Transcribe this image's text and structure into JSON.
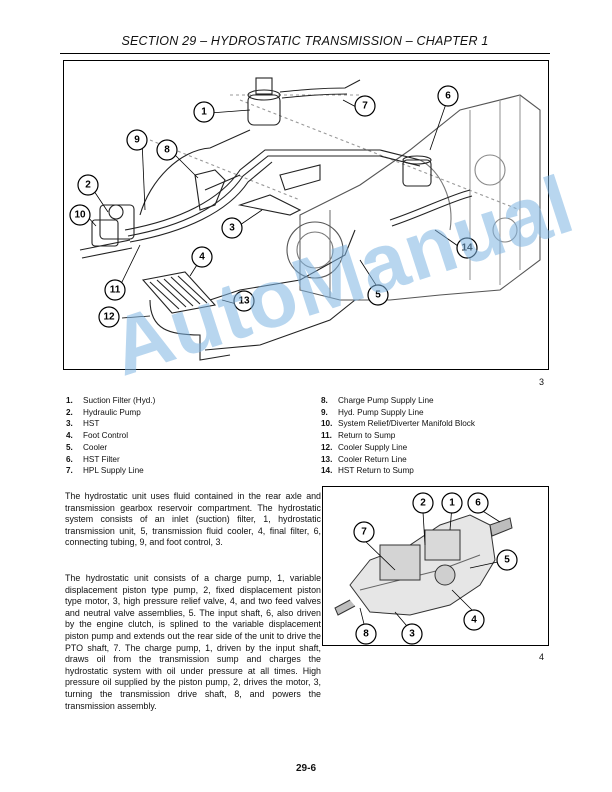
{
  "header": "SECTION 29 – HYDROSTATIC TRANSMISSION – CHAPTER 1",
  "figure3": {
    "number": "3",
    "callouts": [
      "1",
      "2",
      "3",
      "4",
      "5",
      "6",
      "7",
      "8",
      "9",
      "10",
      "11",
      "12",
      "13",
      "14"
    ]
  },
  "legend_left": [
    {
      "num": "1.",
      "text": "Suction Filter (Hyd.)"
    },
    {
      "num": "2.",
      "text": "Hydraulic Pump"
    },
    {
      "num": "3.",
      "text": "HST"
    },
    {
      "num": "4.",
      "text": "Foot Control"
    },
    {
      "num": "5.",
      "text": "Cooler"
    },
    {
      "num": "6.",
      "text": "HST Filter"
    },
    {
      "num": "7.",
      "text": "HPL Supply Line"
    }
  ],
  "legend_right": [
    {
      "num": "8.",
      "text": "Charge Pump Supply Line"
    },
    {
      "num": "9.",
      "text": "Hyd. Pump Supply Line"
    },
    {
      "num": "10.",
      "text": "System Relief/Diverter Manifold Block"
    },
    {
      "num": "11.",
      "text": "Return to Sump"
    },
    {
      "num": "12.",
      "text": "Cooler Supply Line"
    },
    {
      "num": "13.",
      "text": "Cooler Return Line"
    },
    {
      "num": "14.",
      "text": "HST Return to Sump"
    }
  ],
  "paragraphs": [
    "The hydrostatic unit uses fluid contained in the rear axle and transmission gearbox reservoir compartment. The hydrostatic system consists of an inlet (suction) filter, 1, hydrostatic transmission unit, 5, transmission fluid cooler, 4, final filter, 6, connecting tubing, 9, and foot control, 3.",
    "The hydrostatic unit consists of a charge pump, 1, variable displacement piston type pump, 2, fixed displacement piston type motor, 3, high pressure relief valve, 4, and two feed valves and neutral valve assemblies, 5. The input shaft, 6, also driven by the engine clutch, is splined to the variable displacement piston pump and extends out the rear side of the unit to drive the PTO shaft, 7. The charge pump, 1, driven by the input shaft, draws oil from the transmission sump and charges the hydrostatic system with oil under pressure at all times. High pressure oil supplied by the piston pump, 2, drives the motor, 3, turning the transmission drive shaft, 8, and powers the transmission assembly."
  ],
  "figure4": {
    "number": "4",
    "callouts": [
      "1",
      "2",
      "3",
      "4",
      "5",
      "6",
      "7",
      "8"
    ]
  },
  "footer": "29-6",
  "watermark": "AutoManual"
}
